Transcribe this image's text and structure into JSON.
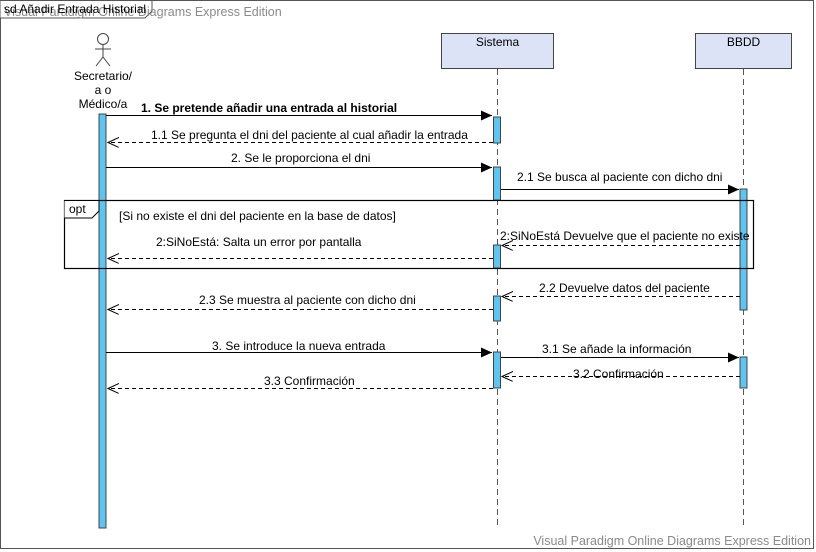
{
  "frame": {
    "title": "sd Añadir Entrada Historial",
    "watermark_top": "Visual Paradigm Online Diagrams Express Edition",
    "watermark_bottom": "Visual Paradigm Online Diagrams Express Edition"
  },
  "actor": {
    "line1": "Secretario/",
    "line2": "a o",
    "line3": "Médico/a"
  },
  "lifelines": {
    "sistema": "Sistema",
    "bbdd": "BBDD"
  },
  "messages": {
    "m1": "1. Se pretende añadir una entrada al historial",
    "m1_1": "1.1 Se pregunta el dni del paciente al cual añadir la entrada",
    "m2": "2. Se le proporciona el dni",
    "m2_1": "2.1 Se busca al paciente con dicho dni",
    "m2_sino_bd": "2:SiNoEstá Devuelve que el paciente no existe",
    "m2_sino_ui": "2:SiNoEstá: Salta un error por pantalla",
    "m2_2": "2.2 Devuelve datos del paciente",
    "m2_3": "2.3 Se muestra al paciente con dicho dni",
    "m3": "3. Se introduce la nueva entrada",
    "m3_1": "3.1 Se añade la información",
    "m3_2": "3.2 Confirmación",
    "m3_3": "3.3 Confirmación"
  },
  "fragment": {
    "operator": "opt",
    "guard": "[Si no existe el dni del paciente en la base de datos]"
  },
  "colors": {
    "activation": "#5ec5f0",
    "lifeline_head": "#dde3f7",
    "frame_border": "#555555",
    "watermark": "#8a8a8a"
  }
}
